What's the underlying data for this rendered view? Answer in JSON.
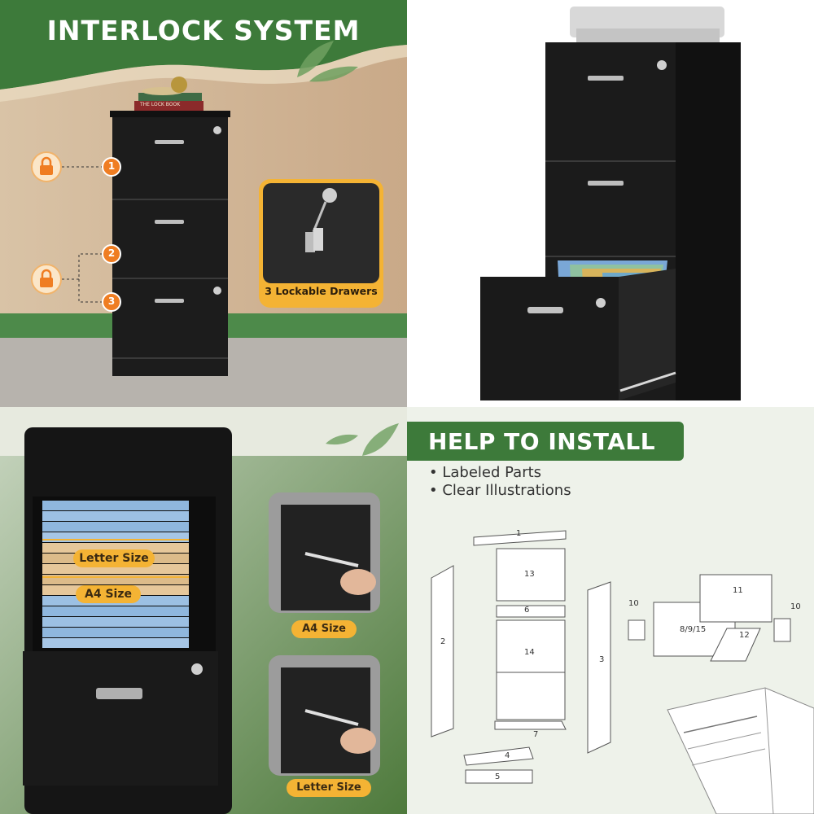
{
  "panels": {
    "interlock": {
      "title": "INTERLOCK SYSTEM",
      "markers": [
        "1",
        "2",
        "3"
      ],
      "callout": "3 Lockable Drawers",
      "book_title": "THE LOCK BOOK"
    },
    "sizes": {
      "letter_label": "Letter Size",
      "a4_label": "A4 Size",
      "inset_a4": "A4 Size",
      "inset_letter": "Letter Size"
    },
    "install": {
      "title": "HELP TO INSTALL",
      "bullets": [
        "Labeled Parts",
        "Clear Illustrations"
      ],
      "part_labels": {
        "p1": "1",
        "p2": "2",
        "p3": "3",
        "p4": "4",
        "p5": "5",
        "p6": "6",
        "p7": "7",
        "p10a": "10",
        "p10b": "10",
        "p11": "11",
        "p12": "12",
        "p13": "13",
        "p14": "14",
        "p8915": "8/9/15"
      }
    }
  },
  "colors": {
    "green_banner": "#3d7a3a",
    "accent_orange": "#f4b334",
    "cabinet_black": "#1a1a1a",
    "install_bg": "#eef2ea"
  }
}
